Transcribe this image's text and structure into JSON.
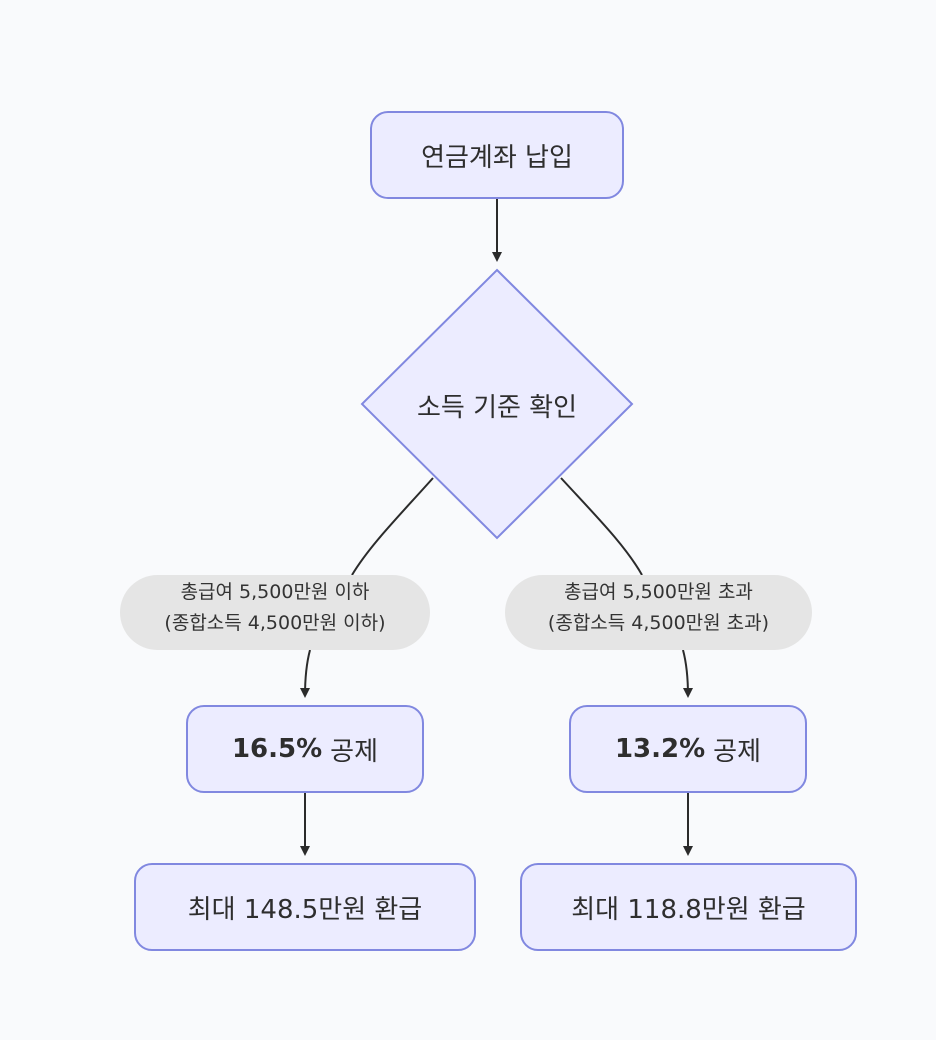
{
  "colors": {
    "background": "#f9fafc",
    "node_fill": "#ececff",
    "node_stroke": "#8188e0",
    "edge": "#2b2b2b",
    "label_fill": "#e5e5e5"
  },
  "nodes": {
    "start": {
      "label": "연금계좌 납입"
    },
    "decision": {
      "label": "소득 기준 확인"
    },
    "left_rate": {
      "rate": "16.5%",
      "label": "공제"
    },
    "right_rate": {
      "rate": "13.2%",
      "label": "공제"
    },
    "left_refund": {
      "label": "최대 148.5만원 환급"
    },
    "right_refund": {
      "label": "최대 118.8만원 환급"
    }
  },
  "edge_labels": {
    "left": {
      "line1": "총급여 5,500만원 이하",
      "line2": "(종합소득 4,500만원 이하)"
    },
    "right": {
      "line1": "총급여 5,500만원 초과",
      "line2": "(종합소득 4,500만원 초과)"
    }
  }
}
